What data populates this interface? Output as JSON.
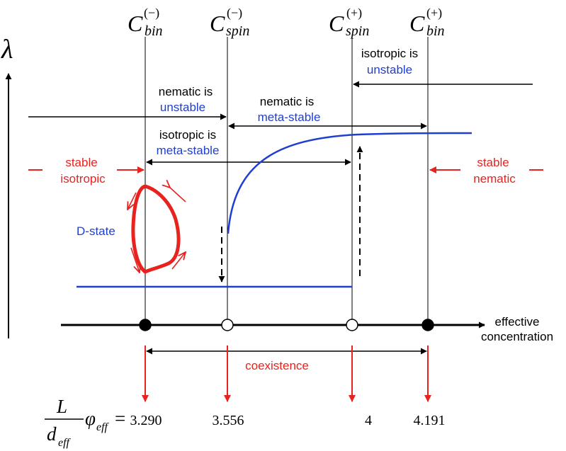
{
  "axes": {
    "y_symbol": "λ",
    "x_label_line1": "effective",
    "x_label_line2": "concentration"
  },
  "headers": [
    {
      "base": "C",
      "sup": "(−)",
      "sub": "bin"
    },
    {
      "base": "C",
      "sup": "(−)",
      "sub": "spin"
    },
    {
      "base": "C",
      "sup": "(+)",
      "sub": "spin"
    },
    {
      "base": "C",
      "sup": "(+)",
      "sub": "bin"
    }
  ],
  "labels": {
    "nematic_unstable_1": "nematic is",
    "nematic_unstable_2": "unstable",
    "nematic_meta_1": "nematic is",
    "nematic_meta_2": "meta-stable",
    "isotropic_unstable_1": "isotropic is",
    "isotropic_unstable_2": "unstable",
    "isotropic_meta_1": "isotropic is",
    "isotropic_meta_2": "meta-stable",
    "stable_iso_1": "stable",
    "stable_iso_2": "isotropic",
    "stable_nem_1": "stable",
    "stable_nem_2": "nematic",
    "d_state": "D-state",
    "coexistence": "coexistence"
  },
  "formula": {
    "numerator": "L",
    "denominator": "d",
    "denominator_sub": "eff",
    "phi": "φ",
    "phi_sub": "eff",
    "equals": "="
  },
  "values": [
    "3.290",
    "3.556",
    "4",
    "4.191"
  ],
  "colors": {
    "black": "#000000",
    "blue": "#1f3fd0",
    "red": "#e8231f"
  }
}
